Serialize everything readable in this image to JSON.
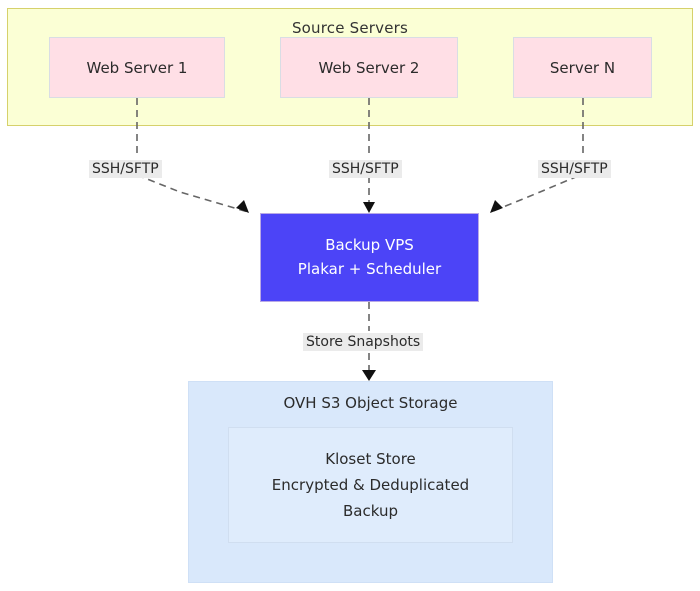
{
  "diagram": {
    "title_visible": false,
    "groups": {
      "source": {
        "label": "Source Servers",
        "fill": "#fbffd5",
        "stroke": "#d6d16b",
        "nodes": [
          {
            "id": "srv0",
            "label": "Web Server 1",
            "fill": "#ffdfe6"
          },
          {
            "id": "srv1",
            "label": "Web Server 2",
            "fill": "#ffdfe6"
          },
          {
            "id": "srv2",
            "label": "Server N",
            "fill": "#ffdfe6"
          }
        ]
      },
      "storage": {
        "label": "OVH S3 Object Storage",
        "fill": "#d9e8fb",
        "stroke": "#cfe0f6",
        "inner": {
          "line1": "Kloset Store",
          "line2": "Encrypted & Deduplicated",
          "line3": "Backup",
          "fill": "#dfecfc"
        }
      }
    },
    "vps": {
      "line1": "Backup VPS",
      "line2": "Plakar + Scheduler",
      "fill": "#4c44f7",
      "text_color": "#ffffff"
    },
    "edges": [
      {
        "id": "ssh0",
        "label": "SSH/SFTP",
        "from": "srv0",
        "to": "vps"
      },
      {
        "id": "ssh1",
        "label": "SSH/SFTP",
        "from": "srv1",
        "to": "vps"
      },
      {
        "id": "ssh2",
        "label": "SSH/SFTP",
        "from": "srv2",
        "to": "vps"
      },
      {
        "id": "store",
        "label": "Store Snapshots",
        "from": "vps",
        "to": "storage"
      }
    ],
    "edge_label_bg": "#ebebeb",
    "edge_stroke": "#666666",
    "background": "#ffffff"
  }
}
